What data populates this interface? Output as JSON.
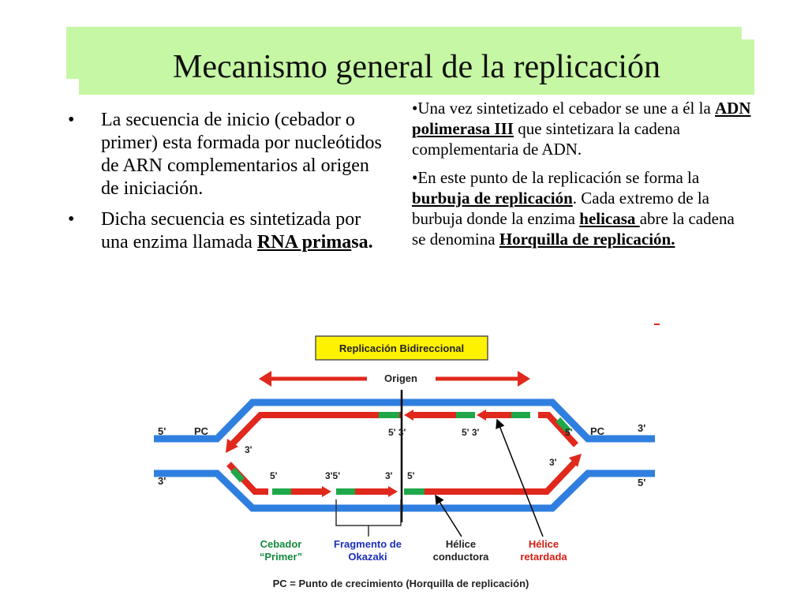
{
  "title": "Mecanismo general de la replicación",
  "left": {
    "bullet_char": "•",
    "item1": "La secuencia de inicio (cebador o primer) esta formada por nucleótidos de ARN complementarios al origen de iniciación.",
    "item2_text": "Dicha secuencia es sintetizada por una enzima llamada ",
    "item2_term_a": "RNA prima",
    "item2_term_b": "sa",
    "item2_end": "."
  },
  "right": {
    "p1_a": "•Una vez sintetizado el cebador se une a él la ",
    "p1_term": "ADN polimerasa III",
    "p1_b": " que sintetizara la cadena complementaria de ADN.",
    "p2_a": "•En este punto de la replicación se forma la ",
    "p2_term1": "burbuja de replicación",
    "p2_b": ". Cada extremo de la burbuja donde la enzima ",
    "p2_term2": "helicasa ",
    "p2_c": "abre la cadena se denomina ",
    "p2_term3": "Horquilla de replicación."
  },
  "diagram": {
    "banner": "Replicación Bidireccional",
    "origin": "Origen",
    "pc": "PC",
    "five": "5'",
    "three": "3'",
    "three_five": "3'5'",
    "five_three": "5' 3'",
    "label_primer_1": "Cebador",
    "label_primer_2": "“Primer”",
    "label_okazaki_1": "Fragmento de",
    "label_okazaki_2": "Okazaki",
    "label_leading_1": "Hélice",
    "label_leading_2": "conductora",
    "label_lagging_1": "Hélice",
    "label_lagging_2": "retardada",
    "footer": "PC = Punto de crecimiento (Horquilla de replicación)",
    "colors": {
      "blue": "#2f7fe0",
      "red": "#e0281c",
      "green": "#1fa84a",
      "banner": "#fff200",
      "label_green": "#138a3a",
      "label_blue": "#1c2fb8",
      "label_red": "#d11e14"
    }
  }
}
